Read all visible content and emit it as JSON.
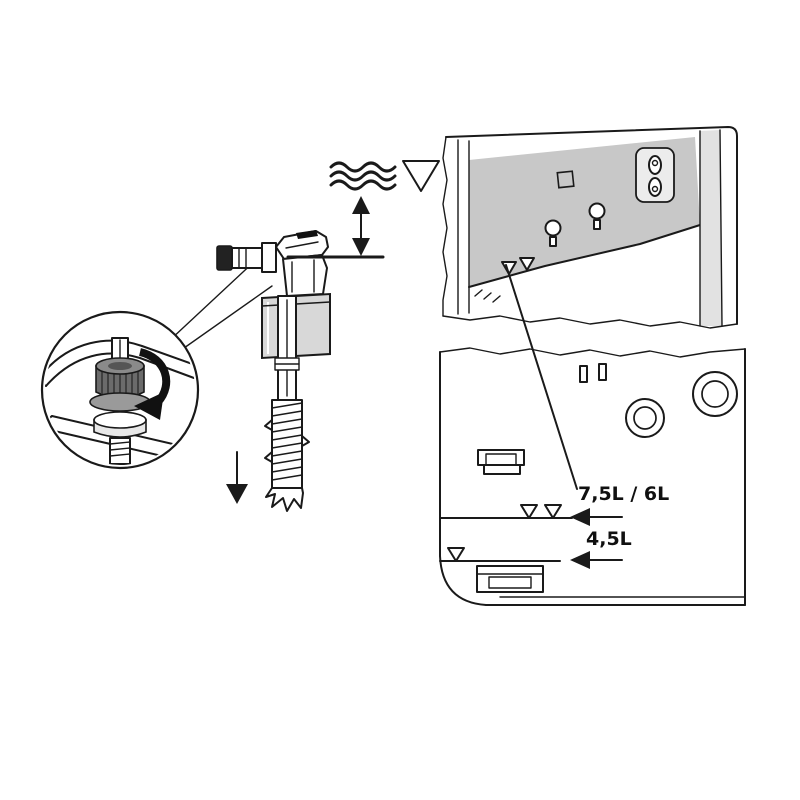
{
  "figure": {
    "name": "cistern-fill-valve-adjustment-diagram",
    "labels": {
      "level_high": "7,5L / 6L",
      "level_low": "4,5L"
    },
    "colors": {
      "line": "#1a1a1a",
      "panel_gray": "#c8c8c8",
      "rail_gray": "#e2e2e2",
      "plate_gray": "#ececec",
      "cup_gray": "#d8d8d8",
      "nut_dark": "#6b6b6b",
      "nut_top": "#8a8a8a",
      "flange_gray": "#9a9a9a",
      "background": "#ffffff"
    },
    "icons": {
      "water_surface": "water-waves-icon",
      "water_level_marker": "inverted-triangle-icon",
      "height_adjust": "double-headed-arrow-icon",
      "lower_valve": "down-arrow-icon",
      "rotate_nut": "curved-rotate-arrow-icon",
      "detail_view": "magnifier-circle"
    }
  }
}
